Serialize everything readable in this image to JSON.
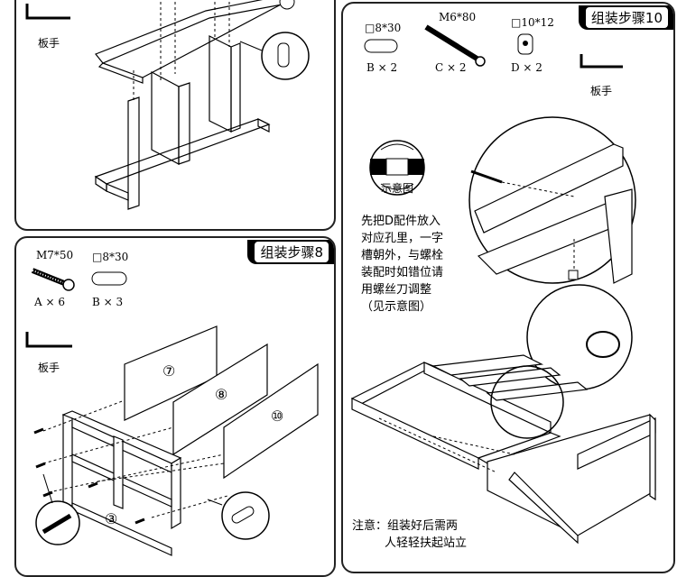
{
  "step7_partial": {
    "wrench_label": "板手"
  },
  "step8": {
    "title": "组装步骤8",
    "parts": [
      {
        "spec": "M7*50",
        "qty": "A × 6"
      },
      {
        "spec": "□8*30",
        "qty": "B × 3"
      }
    ],
    "wrench_label": "板手",
    "board_numbers": [
      "⑦",
      "⑧",
      "⑩",
      "③"
    ]
  },
  "step10": {
    "title": "组装步骤10",
    "parts": [
      {
        "spec": "□8*30",
        "qty": "B × 2"
      },
      {
        "spec": "M6*80",
        "qty": "C × 2"
      },
      {
        "spec": "□10*12",
        "qty": "D × 2"
      }
    ],
    "wrench_label": "板手",
    "diagram_label": "示意图",
    "instruction": [
      "先把D配件放入",
      "对应孔里，一字",
      "槽朝外，与螺栓",
      "装配时如错位请",
      "用螺丝刀调整",
      "（见示意图）"
    ],
    "notice": [
      "注意：组装好后需两",
      "人轻轻扶起站立"
    ]
  }
}
